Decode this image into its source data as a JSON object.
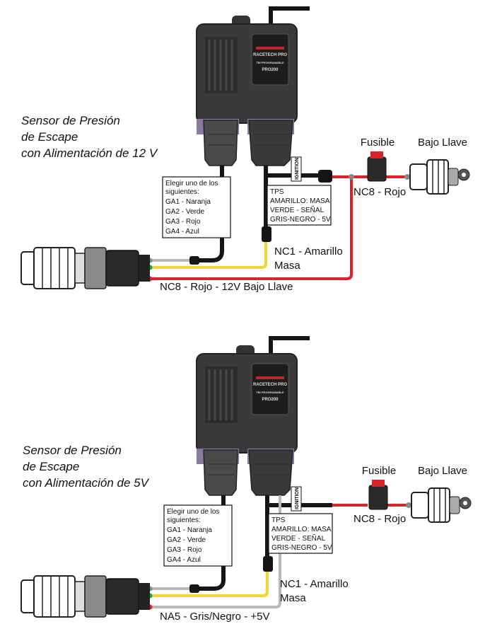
{
  "colors": {
    "red_wire": "#d8232a",
    "yellow_wire": "#f2d630",
    "black_wire": "#151515",
    "gray_wire": "#b9b9b9",
    "green_wire": "#27a045",
    "ecu_body": "#3a3a3a",
    "connector_purple": "#8c7a9c"
  },
  "diagrams": [
    {
      "title": [
        "Sensor de Presión",
        "de Escape",
        "con Alimentación de 12 V"
      ],
      "ecu_brand": "RACETECH PRO",
      "ecu_sub": "TBI PROGRAMABLE",
      "ecu_model": "PRO200",
      "ignition_tag": "IGNITION",
      "fuse_label": "Fusible",
      "key_label": "Bajo Llave",
      "nc8_label": "NC8 - Rojo",
      "choice_box": [
        "Elegir uno de los",
        "siguientes:",
        "GA1 - Naranja",
        "GA2 - Verde",
        "GA3 - Rojo",
        "GA4 - Azul"
      ],
      "tps_box": [
        "TPS",
        "AMARILLO: MASA",
        "VERDE - SEÑAL",
        "GRIS-NEGRO - 5V"
      ],
      "nc1_label": [
        "NC1 - Amarillo",
        "Masa"
      ],
      "bottom_label": "NC8 - Rojo - 12V Bajo Llave"
    },
    {
      "title": [
        "Sensor de Presión",
        "de Escape",
        "con Alimentación de 5V"
      ],
      "ecu_brand": "RACETECH PRO",
      "ecu_sub": "TBI PROGRAMABLE",
      "ecu_model": "PRO200",
      "ignition_tag": "IGNITION",
      "fuse_label": "Fusible",
      "key_label": "Bajo Llave",
      "nc8_label": "NC8 - Rojo",
      "choice_box": [
        "Elegir uno de los",
        "siguientes:",
        "GA1 - Naranja",
        "GA2 - Verde",
        "GA3 - Rojo",
        "GA4 - Azul"
      ],
      "tps_box": [
        "TPS",
        "AMARILLO: MASA",
        "VERDE - SEÑAL",
        "GRIS-NEGRO - 5V"
      ],
      "nc1_label": [
        "NC1 - Amarillo",
        "Masa"
      ],
      "bottom_label": "NA5 - Gris/Negro - +5V"
    }
  ]
}
